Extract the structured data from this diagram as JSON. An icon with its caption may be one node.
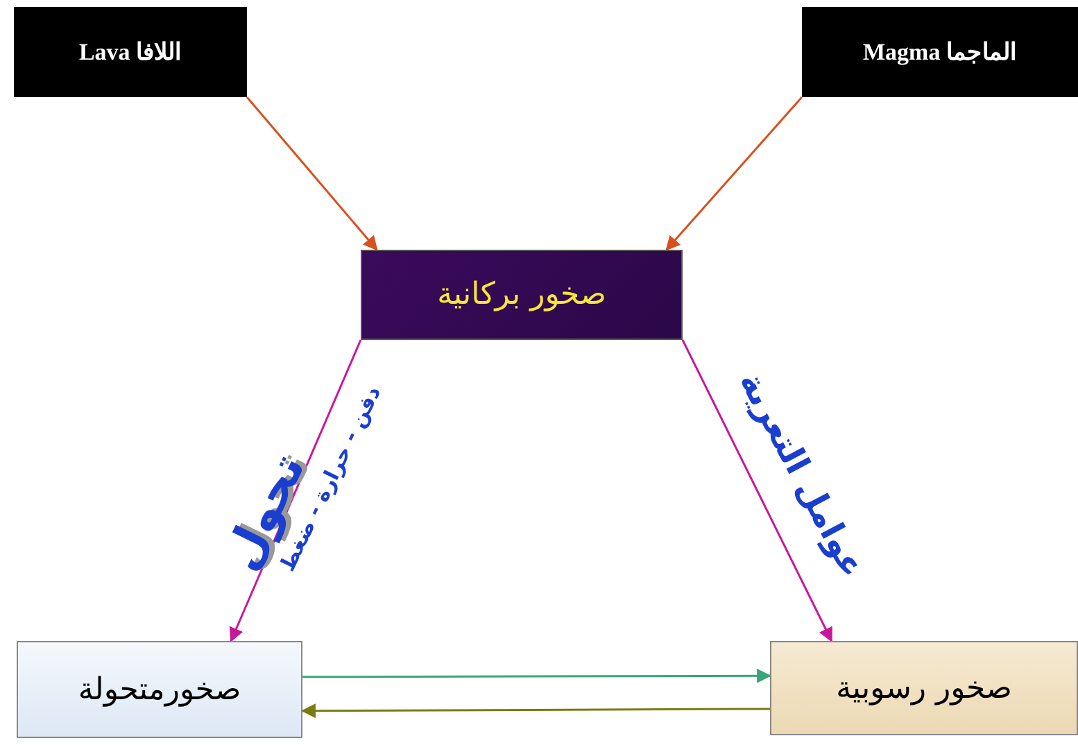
{
  "diagram": {
    "nodes": [
      {
        "text": [
          "اللافا Lava"
        ]
      },
      {
        "text": [
          "الماجما Magma"
        ]
      },
      {
        "text": [
          "صخور بركانية"
        ]
      },
      {
        "text": [
          "صخورمتحولة"
        ]
      },
      {
        "text": [
          "صخور رسوبية"
        ]
      }
    ],
    "edges": [
      {
        "from": 0,
        "to": 2,
        "arrow": "to",
        "color": "#d9501e"
      },
      {
        "from": 1,
        "to": 2,
        "arrow": "to",
        "color": "#d9501e"
      },
      {
        "from": 2,
        "to": 3,
        "arrow": "to",
        "label": "تحول",
        "color": "#c8189a"
      },
      {
        "from": 2,
        "to": 4,
        "arrow": "to",
        "label": "عوامل التعرية",
        "color": "#c8189a"
      },
      {
        "from": 3,
        "to": 4,
        "arrow": "to",
        "color": "#3aa57a"
      },
      {
        "from": 4,
        "to": 3,
        "arrow": "to",
        "color": "#7a7a12"
      }
    ],
    "labels": [
      "دفن - حرارة - ضغط"
    ]
  }
}
